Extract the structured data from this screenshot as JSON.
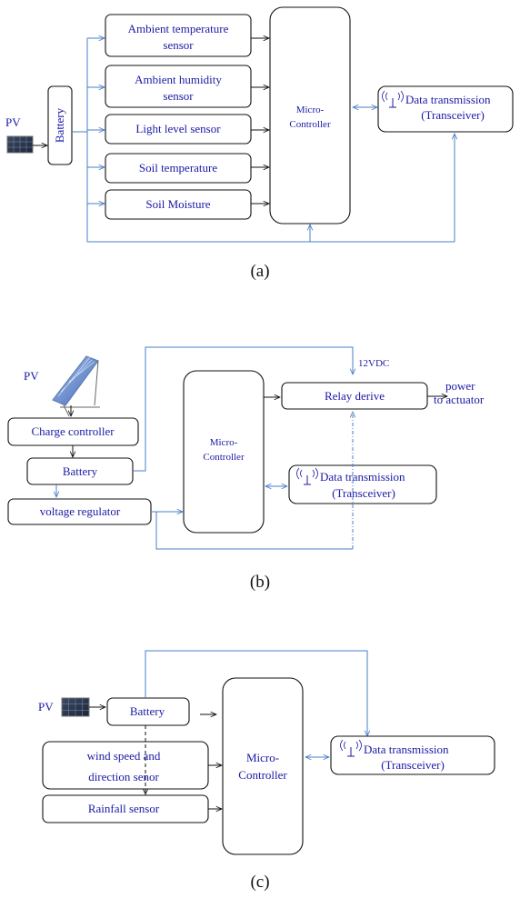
{
  "diagram_a": {
    "pv": "PV",
    "battery": "Battery",
    "sensors": [
      [
        "Ambient temperature",
        "sensor"
      ],
      [
        "Ambient humidity",
        "sensor"
      ],
      [
        "Light level sensor"
      ],
      [
        "Soil temperature"
      ],
      [
        "Soil Moisture"
      ]
    ],
    "controller": [
      "Micro-",
      "Controller"
    ],
    "transceiver": [
      "Data transmission",
      "(Transceiver)"
    ],
    "antenna": "((ᴛ))",
    "caption": "(a)"
  },
  "diagram_b": {
    "pv": "PV",
    "charge_controller": "Charge controller",
    "battery": "Battery",
    "voltage_regulator": "voltage regulator",
    "controller": [
      "Micro-",
      "Controller"
    ],
    "relay": "Relay  derive",
    "voltage": "12VDC",
    "power": [
      "power",
      "to actuator"
    ],
    "transceiver": [
      "Data transmission",
      "(Transceiver)"
    ],
    "caption": "(b)"
  },
  "diagram_c": {
    "pv": "PV",
    "battery": "Battery",
    "wind": [
      "wind speed and",
      "direction senor"
    ],
    "rainfall": "Rainfall sensor",
    "controller": [
      "Micro-",
      "Controller"
    ],
    "transceiver": [
      "Data transmission",
      "(Transceiver)"
    ],
    "caption": "(c)"
  },
  "colors": {
    "text": "#1a1aa6",
    "wire": "#4a7fc8",
    "line": "#111111"
  },
  "icons": [
    "solar-panel-icon",
    "antenna-icon"
  ]
}
